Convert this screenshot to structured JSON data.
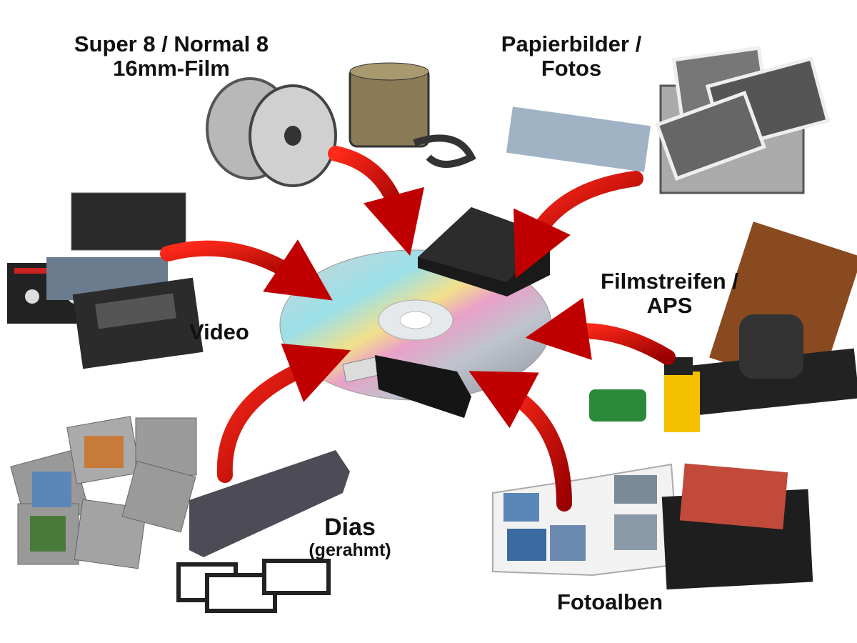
{
  "labels": {
    "film_line1": "Super 8 / Normal 8",
    "film_line2": "16mm-Film",
    "photos_line1": "Papierbilder /",
    "photos_line2": "Fotos",
    "video": "Video",
    "filmstrips_line1": "Filmstreifen /",
    "filmstrips_line2": "APS",
    "slides_line1": "Dias",
    "slides_line2": "(gerahmt)",
    "albums": "Fotoalben"
  },
  "colors": {
    "arrow": "#d00000",
    "arrow_dark": "#7a0000",
    "label": "#111111",
    "device": "#1a1a1a"
  }
}
